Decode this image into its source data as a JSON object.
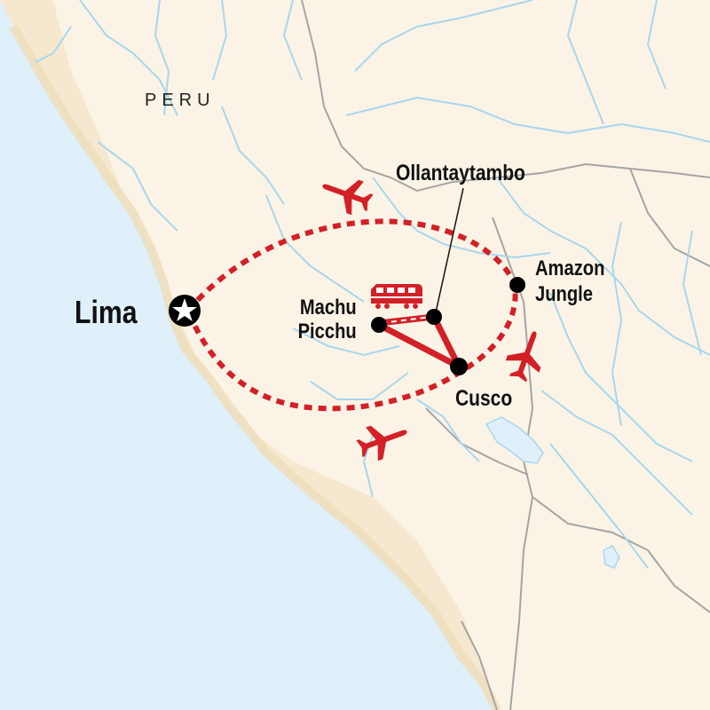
{
  "map": {
    "country_label": "PERU",
    "places": {
      "lima": "Lima",
      "machu_picchu_line1": "Machu",
      "machu_picchu_line2": "Picchu",
      "ollantaytambo": "Ollantaytambo",
      "amazon_line1": "Amazon",
      "amazon_line2": "Jungle",
      "cusco": "Cusco"
    },
    "colors": {
      "ocean": "#dff0fb",
      "land_main": "#fbf4e6",
      "land_edge": "#f1e2c4",
      "river": "#a8d6ee",
      "border": "#a4a4a4",
      "route": "#d32027",
      "marker": "#000000"
    },
    "icons": [
      "plane-icon",
      "train-icon",
      "star-marker-icon"
    ]
  }
}
